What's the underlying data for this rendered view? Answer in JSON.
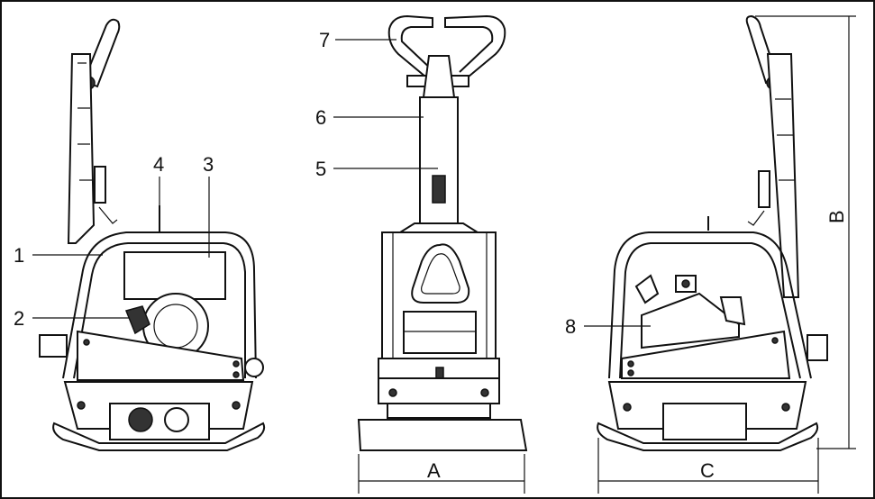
{
  "labels": {
    "l1": "1",
    "l2": "2",
    "l3": "3",
    "l4": "4",
    "l5": "5",
    "l6": "6",
    "l7": "7",
    "l8": "8"
  },
  "dimensions": {
    "a": "A",
    "b": "B",
    "c": "C"
  }
}
